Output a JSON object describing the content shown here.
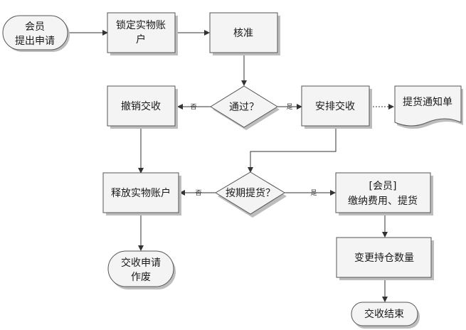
{
  "nodes": {
    "member_apply": {
      "line1": "会员",
      "line2": "提出申请"
    },
    "lock_account": {
      "line1": "锁定实物账",
      "line2": "户"
    },
    "approve": {
      "label": "核准"
    },
    "passed": {
      "label": "通过？"
    },
    "revoke": {
      "label": "撤销交收"
    },
    "arrange": {
      "label": "安排交收"
    },
    "delivery_notice": {
      "label": "提货通知单"
    },
    "on_time": {
      "label": "按期提货？"
    },
    "release_account": {
      "label": "释放实物账户"
    },
    "member_pay": {
      "line1": "[会员]",
      "line2": "缴纳费用、提货"
    },
    "change_position": {
      "label": "变更持仓数量"
    },
    "void_apply": {
      "line1": "交收申请",
      "line2": "作废"
    },
    "end": {
      "label": "交收结束"
    }
  },
  "edge_labels": {
    "yes": "是",
    "no": "否"
  }
}
